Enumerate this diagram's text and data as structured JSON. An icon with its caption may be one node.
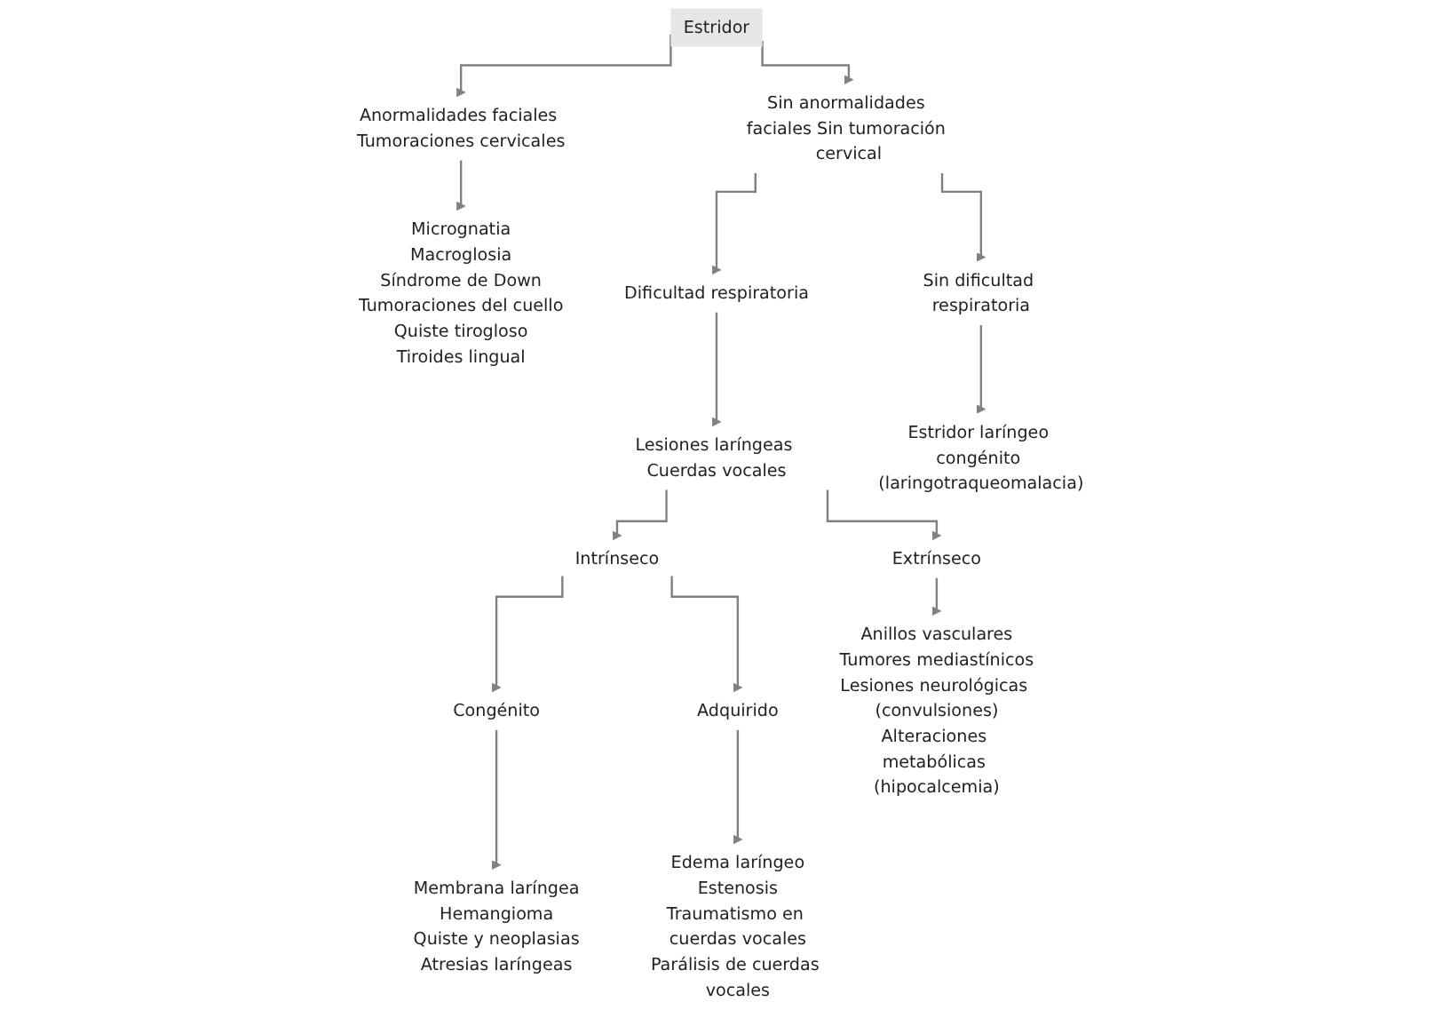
{
  "diagram": {
    "nodes": [
      {
        "text": [
          "Estridor"
        ]
      },
      {
        "text": [
          "Anormalidades faciales Tumoraciones cervicales"
        ]
      },
      {
        "text": [
          "Sin anormalidades faciales Sin tumoración cervical"
        ]
      },
      {
        "text": [
          "Micrognatia",
          "Macroglosia",
          "Síndrome de Down",
          "Tumoraciones del cuello",
          "Quiste tirogloso",
          "Tiroides lingual"
        ]
      },
      {
        "text": [
          "Dificultad respiratoria"
        ]
      },
      {
        "text": [
          "Sin dificultad respiratoria"
        ]
      },
      {
        "text": [
          "Lesiones laríngeas Cuerdas vocales"
        ]
      },
      {
        "text": [
          "Estridor laríngeo congénito (laringotraqueomalacia)"
        ]
      },
      {
        "text": [
          "Intrínseco"
        ]
      },
      {
        "text": [
          "Extrínseco"
        ]
      },
      {
        "text": [
          "Congénito"
        ]
      },
      {
        "text": [
          "Adquirido"
        ]
      },
      {
        "text": [
          "Membrana laríngea",
          "Hemangioma",
          "Quiste y neoplasias",
          "Atresias laríngeas"
        ]
      },
      {
        "text": [
          "Edema laríngeo",
          "Estenosis",
          "Traumatismo en cuerdas vocales",
          "Parálisis de cuerdas vocales"
        ]
      },
      {
        "text": [
          "Anillos vasculares",
          "Tumores mediastínicos",
          "Lesiones neurológicas (convulsiones)",
          "Alteraciones metabólicas (hipocalcemia)"
        ]
      }
    ],
    "edges": [
      {
        "from": 0,
        "to": 1,
        "arrow": "to"
      },
      {
        "from": 0,
        "to": 2,
        "arrow": "to"
      },
      {
        "from": 1,
        "to": 3,
        "arrow": "to"
      },
      {
        "from": 2,
        "to": 4,
        "arrow": "to"
      },
      {
        "from": 2,
        "to": 5,
        "arrow": "to"
      },
      {
        "from": 4,
        "to": 6,
        "arrow": "to"
      },
      {
        "from": 5,
        "to": 7,
        "arrow": "to"
      },
      {
        "from": 6,
        "to": 8,
        "arrow": "to"
      },
      {
        "from": 6,
        "to": 9,
        "arrow": "to"
      },
      {
        "from": 8,
        "to": 10,
        "arrow": "to"
      },
      {
        "from": 8,
        "to": 11,
        "arrow": "to"
      },
      {
        "from": 10,
        "to": 12,
        "arrow": "to"
      },
      {
        "from": 11,
        "to": 13,
        "arrow": "to"
      },
      {
        "from": 9,
        "to": 14,
        "arrow": "to"
      }
    ]
  }
}
